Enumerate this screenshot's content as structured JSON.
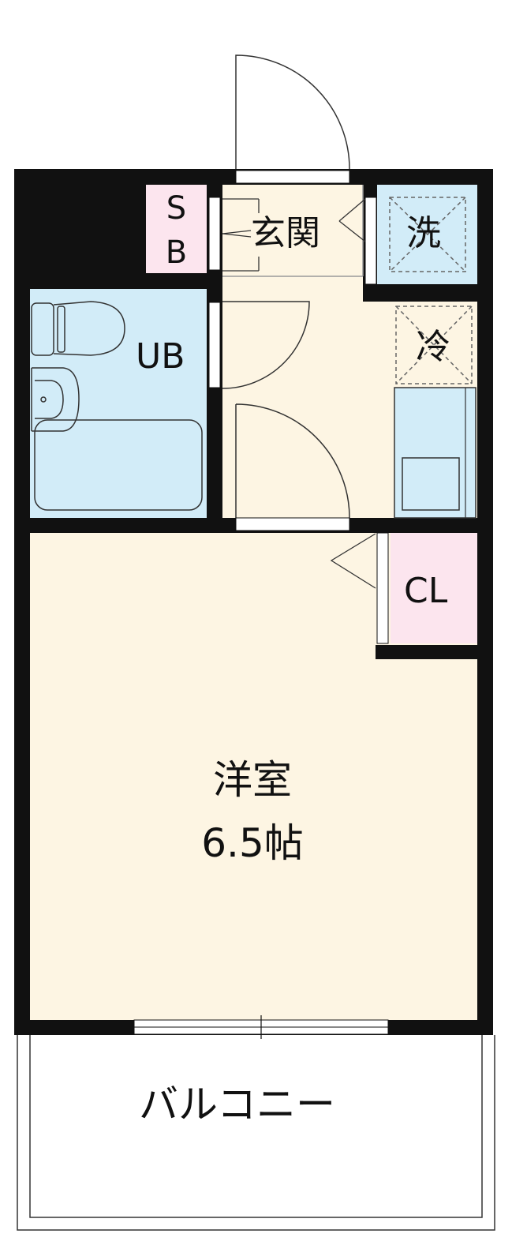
{
  "floorplan": {
    "rooms": {
      "sb_line1": "S",
      "sb_line2": "B",
      "genkan": "玄関",
      "washer": "洗",
      "fridge": "冷",
      "unit_bath": "UB",
      "closet": "CL",
      "main_room_name": "洋室",
      "main_room_size": "6.5帖",
      "balcony": "バルコニー"
    },
    "colors": {
      "wall": "#111111",
      "floor": "#fdf5e3",
      "wet_area": "#d2ecf8",
      "storage": "#fce5ee"
    }
  }
}
